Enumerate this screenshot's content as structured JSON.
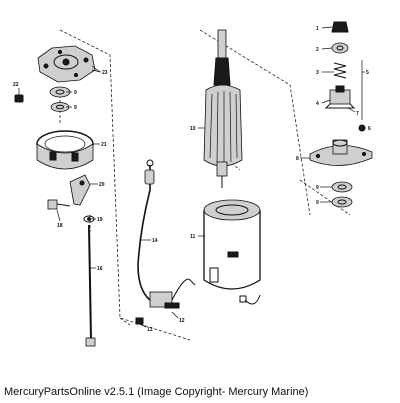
{
  "caption": "MercuryPartsOnline v2.5.1 (Image Copyright- Mercury Marine)",
  "callouts": {
    "c1": "1",
    "c2": "2",
    "c3": "3",
    "c4": "4",
    "c5": "5",
    "c6": "6",
    "c7": "7",
    "c8": "8",
    "c9a": "9",
    "c9b": "9",
    "c9c": "9",
    "c9d": "9",
    "c10": "10",
    "c11": "11",
    "c12": "12",
    "c13": "13",
    "c14": "14",
    "c16": "16",
    "c18": "18",
    "c19": "19",
    "c20": "20",
    "c21": "21",
    "c22": "22",
    "c23": "23"
  }
}
